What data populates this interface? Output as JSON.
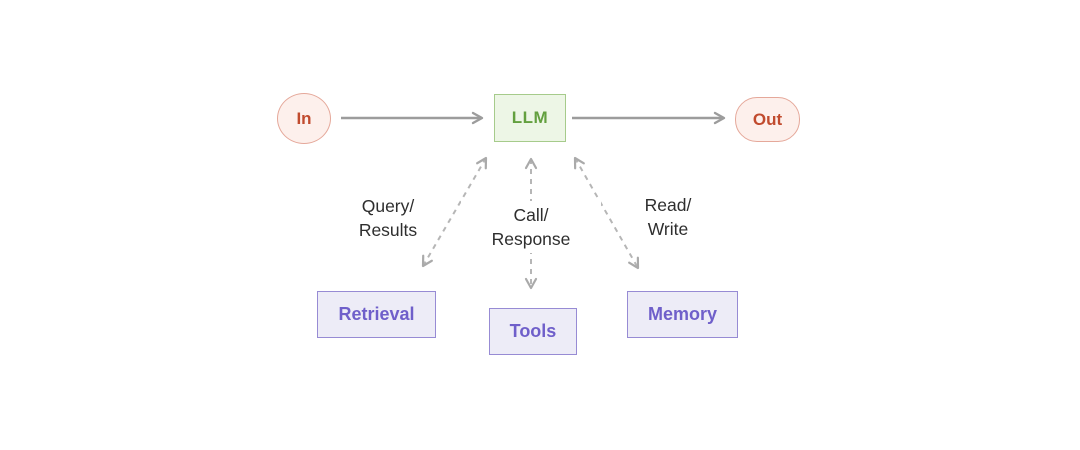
{
  "diagram": {
    "title": "LLM augmentation flow diagram",
    "nodes": {
      "in": {
        "label": "In",
        "shape": "ellipse"
      },
      "llm": {
        "label": "LLM",
        "shape": "rectangle"
      },
      "out": {
        "label": "Out",
        "shape": "pill"
      },
      "retrieval": {
        "label": "Retrieval",
        "shape": "rectangle"
      },
      "tools": {
        "label": "Tools",
        "shape": "rectangle"
      },
      "memory": {
        "label": "Memory",
        "shape": "rectangle"
      }
    },
    "connections": [
      {
        "from": "In",
        "to": "LLM",
        "style": "solid",
        "direction": "one-way"
      },
      {
        "from": "LLM",
        "to": "Out",
        "style": "solid",
        "direction": "one-way"
      },
      {
        "from": "LLM",
        "to": "Retrieval",
        "style": "dashed",
        "direction": "two-way",
        "label_line1": "Query/",
        "label_line2": "Results"
      },
      {
        "from": "LLM",
        "to": "Tools",
        "style": "dashed",
        "direction": "two-way",
        "label_line1": "Call/",
        "label_line2": "Response"
      },
      {
        "from": "LLM",
        "to": "Memory",
        "style": "dashed",
        "direction": "two-way",
        "label_line1": "Read/",
        "label_line2": "Write"
      }
    ],
    "colors": {
      "background": "#ffffff",
      "io_node_bg": "#fdf0ec",
      "io_node_border": "#e5a89a",
      "io_node_text": "#c14b2e",
      "llm_bg": "#edf6e6",
      "llm_border": "#a6cb8b",
      "llm_text": "#63a03f",
      "module_bg": "#edecf7",
      "module_border": "#978bd4",
      "module_text": "#6f5fca",
      "solid_arrow": "#9c9c9c",
      "dashed_arrow": "#b6b6b6",
      "edge_label_text": "#2e2e2e"
    }
  }
}
